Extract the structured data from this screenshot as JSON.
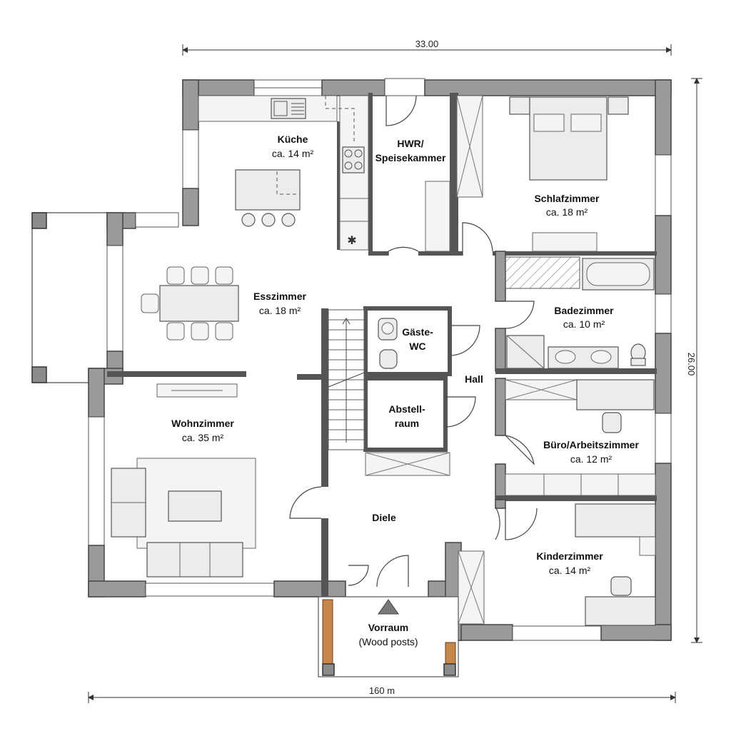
{
  "dimensions": {
    "top": "33.00",
    "right": "26.00",
    "bottom": "160 m"
  },
  "rooms": {
    "kueche": {
      "name": "Küche",
      "area": "ca. 14 m²"
    },
    "hwr": {
      "name_line1": "HWR/",
      "name_line2": "Speisekammer"
    },
    "schlafzimmer": {
      "name": "Schlafzimmer",
      "area": "ca. 18 m²"
    },
    "esszimmer": {
      "name": "Esszimmer",
      "area": "ca. 18 m²"
    },
    "badezimmer": {
      "name": "Badezimmer",
      "area": "ca. 10 m²"
    },
    "gaeste_wc": {
      "name_line1": "Gäste-",
      "name_line2": "WC"
    },
    "hall": {
      "name": "Hall"
    },
    "abstellraum": {
      "name_line1": "Abstell-",
      "name_line2": "raum"
    },
    "wohnzimmer": {
      "name": "Wohnzimmer",
      "area": "ca. 35 m²"
    },
    "buero": {
      "name": "Büro/Arbeitszimmer",
      "area": "ca. 12 m²"
    },
    "diele": {
      "name": "Diele"
    },
    "kinderzimmer": {
      "name": "Kinderzimmer",
      "area": "ca. 14 m²"
    },
    "vorraum": {
      "name": "Vorraum",
      "note": "(Wood posts)"
    }
  },
  "colors": {
    "wall": "#9a9a9a",
    "post": "#c8874a",
    "furniture": "#ececec"
  }
}
